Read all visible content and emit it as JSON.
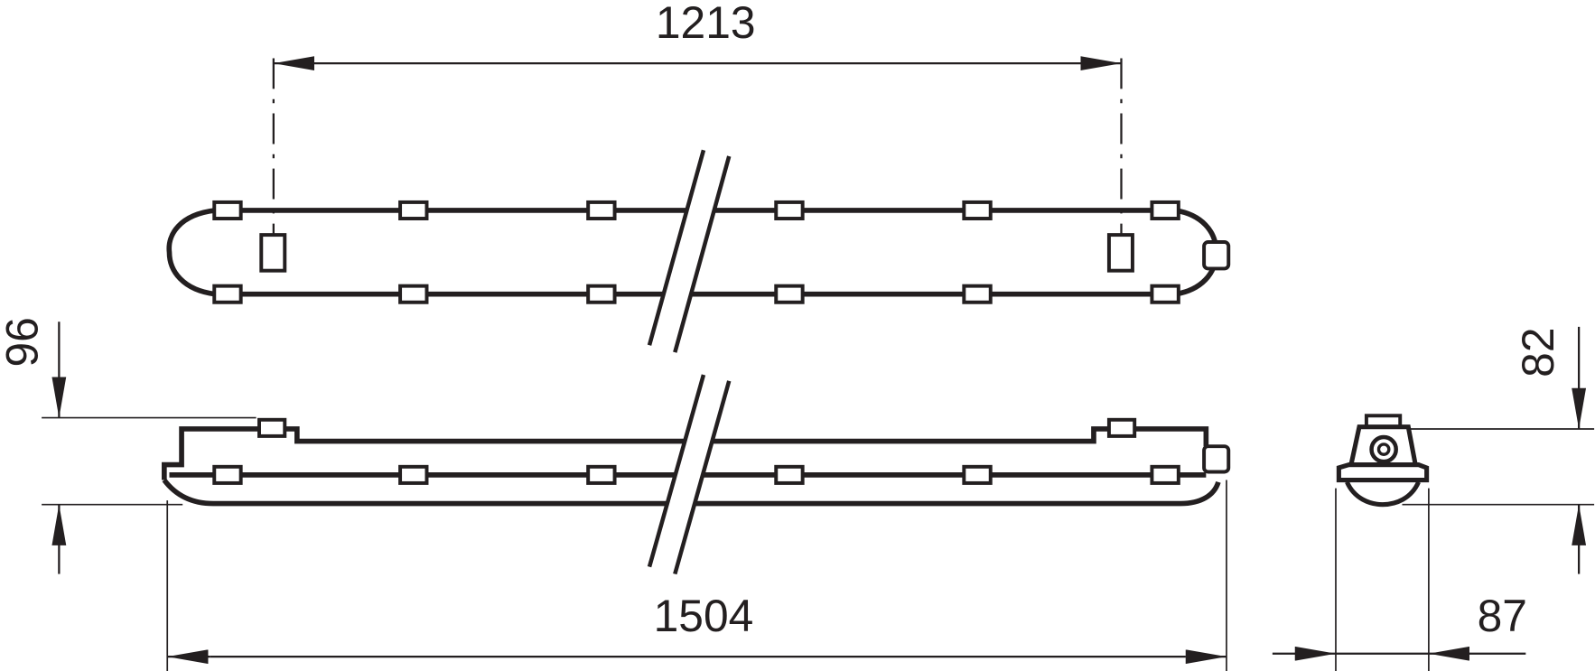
{
  "dimensions": {
    "mounting_distance": "1213",
    "overall_length": "1504",
    "side_height": "96",
    "end_height": "82",
    "end_width": "87"
  },
  "colors": {
    "line": "#231f20",
    "background": "#ffffff"
  }
}
